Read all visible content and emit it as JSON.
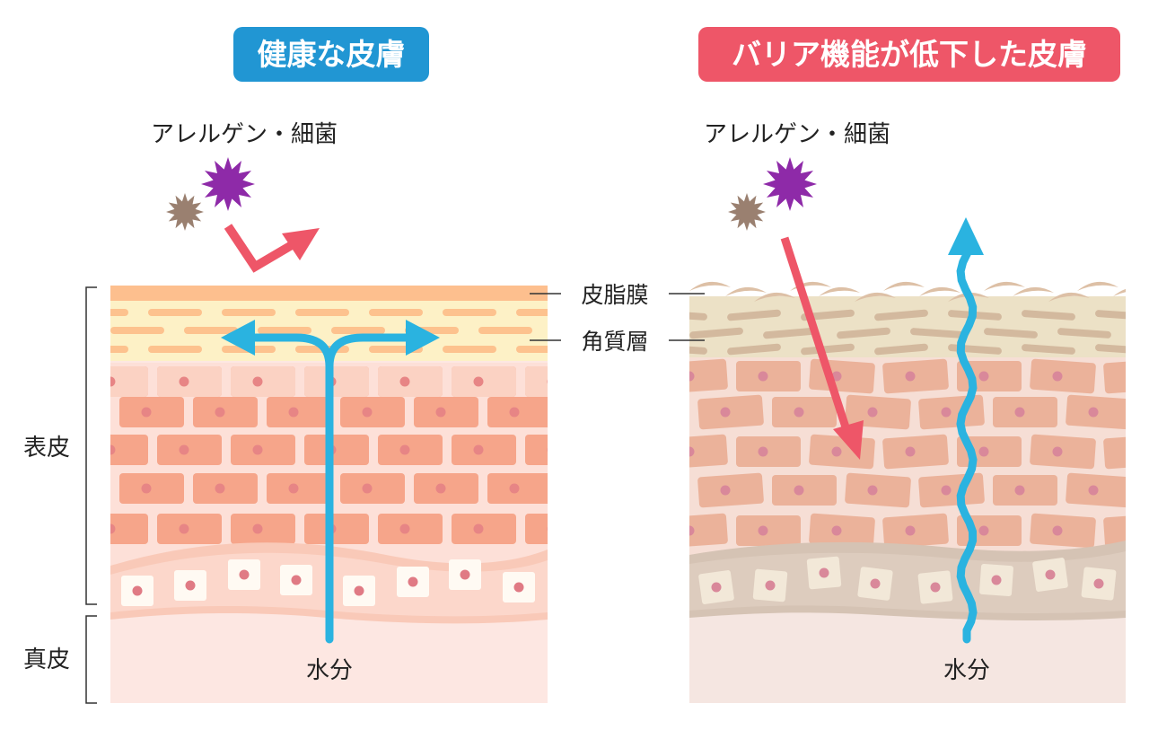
{
  "healthy": {
    "title": "健康な皮膚",
    "title_color": "#2196d3",
    "allergen_label": "アレルゲン・細菌",
    "water_label": "水分"
  },
  "damaged": {
    "title": "バリア機能が低下した皮膚",
    "title_color": "#ee5668",
    "allergen_label": "アレルゲン・細菌",
    "water_label": "水分"
  },
  "layers": {
    "sebum": "皮脂膜",
    "stratum_corneum": "角質層",
    "epidermis": "表皮",
    "dermis": "真皮"
  },
  "colors": {
    "allergen_purple": "#8e2aa8",
    "allergen_brown": "#9a8070",
    "arrow_red": "#ee5668",
    "water_blue": "#2ab3e0"
  }
}
